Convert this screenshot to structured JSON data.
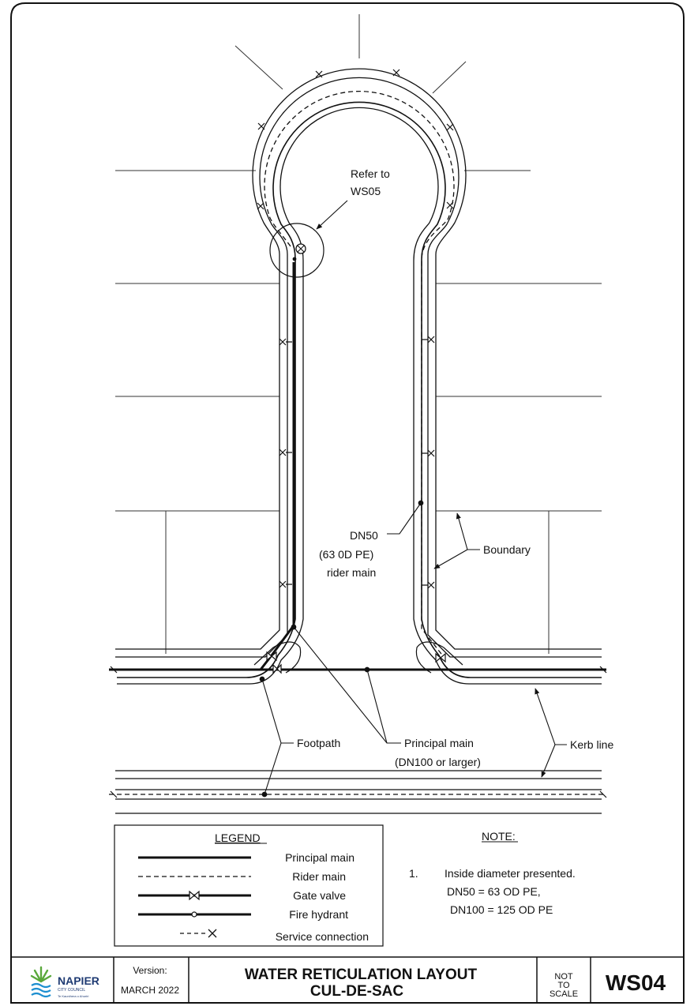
{
  "callouts": {
    "refer": [
      "Refer to",
      "WS05"
    ],
    "rider": [
      "DN50",
      "(63 0D PE)",
      "rider main"
    ],
    "boundary": "Boundary",
    "footpath": "Footpath",
    "principal": [
      "Principal main",
      "(DN100 or larger)"
    ],
    "kerb": "Kerb line"
  },
  "legend": {
    "title": "LEGEND",
    "items": [
      "Principal main",
      "Rider main",
      "Gate valve",
      "Fire hydrant",
      "Service connection"
    ]
  },
  "note": {
    "title": "NOTE:",
    "number": "1.",
    "lines": [
      "Inside diameter presented.",
      "DN50 = 63 OD PE,",
      "DN100 = 125 OD PE"
    ]
  },
  "title_block": {
    "logo_name": "NAPIER",
    "logo_sub": "CITY COUNCIL",
    "logo_tag": "Te Kaunihera o Ahuriri",
    "version_label": "Version:",
    "version_value": "MARCH 2022",
    "title_lines": [
      "WATER RETICULATION LAYOUT",
      "CUL-DE-SAC"
    ],
    "scale_lines": [
      "NOT",
      "TO",
      "SCALE"
    ],
    "drawing_no": "WS04"
  },
  "colors": {
    "ink": "#111111",
    "logo_green": "#5aa83b",
    "logo_blue": "#1d8fd0",
    "logo_navy": "#1f3b73"
  }
}
